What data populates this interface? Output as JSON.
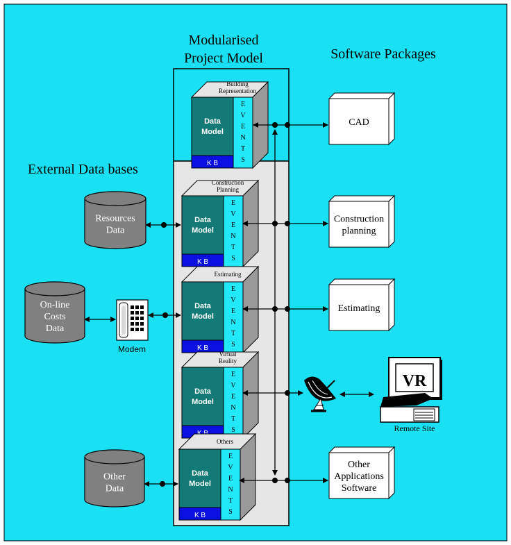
{
  "headings": {
    "project_model_line1": "Modularised",
    "project_model_line2": "Project Model",
    "software_packages": "Software Packages",
    "external_databases": "External Data bases"
  },
  "modules": [
    {
      "title_lines": [
        "Building",
        "Representation"
      ],
      "model_line1": "Data",
      "model_line2": "Model",
      "kb": "K B",
      "events": [
        "E",
        "V",
        "E",
        "N",
        "T",
        "S"
      ]
    },
    {
      "title_lines": [
        "Construction",
        "Planning"
      ],
      "model_line1": "Data",
      "model_line2": "Model",
      "kb": "K B",
      "events": [
        "E",
        "V",
        "E",
        "N",
        "T",
        "S"
      ]
    },
    {
      "title_lines": [
        "Estimating"
      ],
      "model_line1": "Data",
      "model_line2": "Model",
      "kb": "K B",
      "events": [
        "E",
        "V",
        "E",
        "N",
        "T",
        "S"
      ]
    },
    {
      "title_lines": [
        "Virtual",
        "Reality"
      ],
      "model_line1": "Data",
      "model_line2": "Model",
      "kb": "K B",
      "events": [
        "E",
        "V",
        "E",
        "N",
        "T",
        "S"
      ]
    },
    {
      "title_lines": [
        "Others"
      ],
      "model_line1": "Data",
      "model_line2": "Model",
      "kb": "K B",
      "events": [
        "E",
        "V",
        "E",
        "N",
        "T",
        "S"
      ]
    }
  ],
  "packages": [
    {
      "lines": [
        "CAD"
      ]
    },
    {
      "lines": [
        "Construction",
        "planning"
      ]
    },
    {
      "lines": [
        "Estimating"
      ]
    },
    {
      "lines": [
        "Other",
        "Applications",
        "Software"
      ]
    }
  ],
  "databases": [
    {
      "lines": [
        "Resources",
        "Data"
      ]
    },
    {
      "lines": [
        "On-line",
        "Costs",
        "Data"
      ]
    },
    {
      "lines": [
        "Other",
        "Data"
      ]
    }
  ],
  "modem_label": "Modem",
  "vr_label": "VR",
  "remote_site_label": "Remote Site",
  "colors": {
    "background": "#19e0f2",
    "panel": "#e6e6e6",
    "data_model": "#147a78",
    "events": "#22e8f8",
    "kb": "#0a10e0",
    "database": "#808080"
  }
}
